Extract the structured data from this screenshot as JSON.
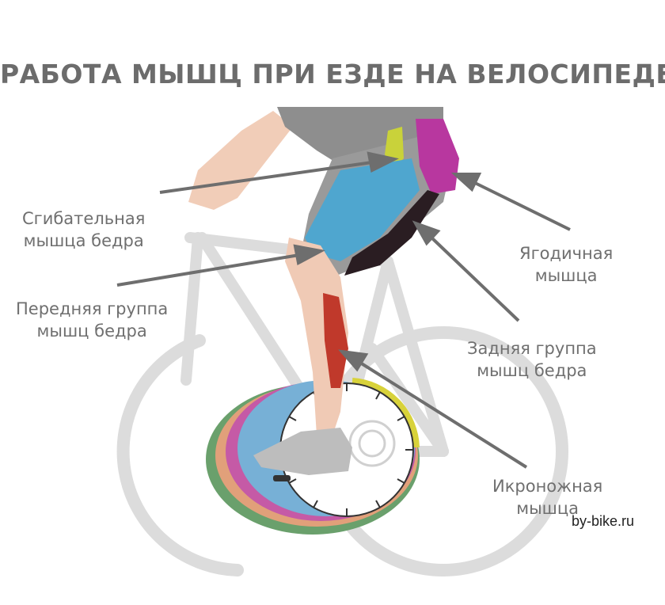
{
  "title": "РАБОТА МЫШЦ ПРИ ЕЗДЕ НА ВЕЛОСИПЕДЕ",
  "labels": {
    "hip_flexor": [
      "Сгибательная",
      "мышца бедра"
    ],
    "quadriceps": [
      "Передняя группа",
      "мышц бедра"
    ],
    "gluteus": [
      "Ягодичная",
      "мышца"
    ],
    "hamstrings": [
      "Задняя группа",
      "мышц бедра"
    ],
    "calf": [
      "Икроножная",
      "мышца"
    ]
  },
  "watermark": "by-bike.ru",
  "colors": {
    "hip_flexor": "#c9d23a",
    "quadriceps": "#4fa6cf",
    "gluteus": "#b8379f",
    "hamstrings": "#2a1d22",
    "calf": "#c0392b",
    "arrow": "#6e6e6e",
    "bike": "#d9d9d9"
  }
}
